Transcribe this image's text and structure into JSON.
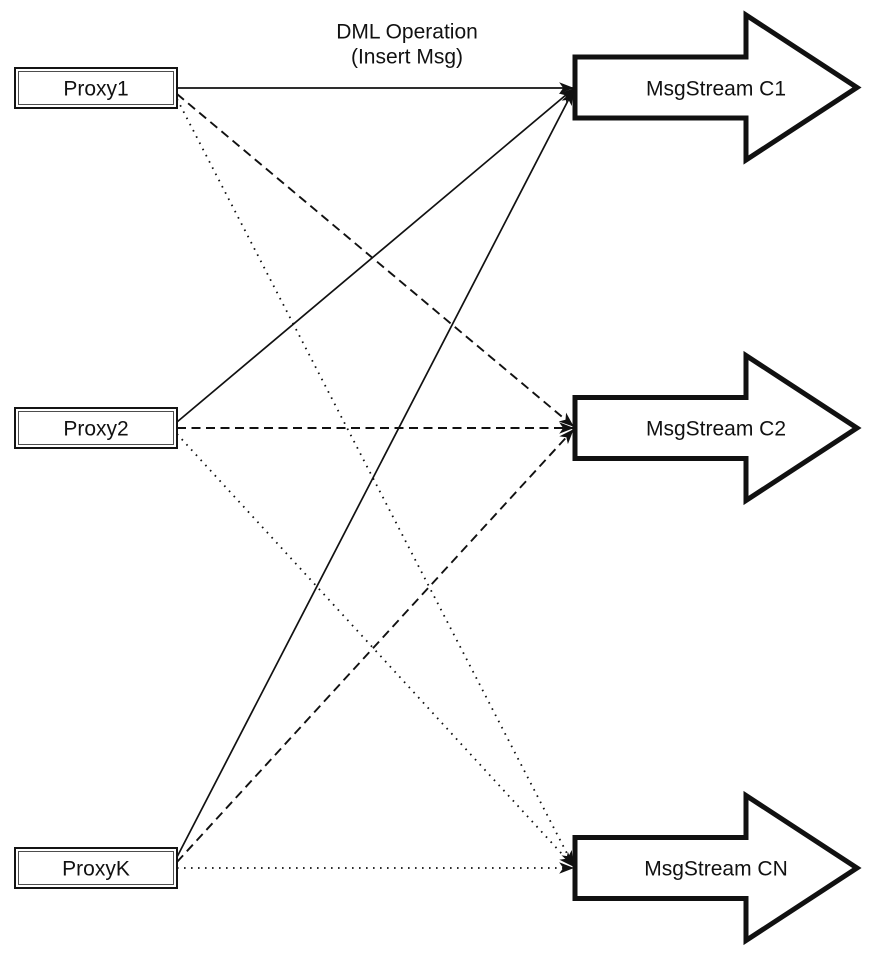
{
  "diagram": {
    "annotation": {
      "line1": "DML Operation",
      "line2": "(Insert Msg)"
    },
    "proxies": [
      {
        "label": "Proxy1"
      },
      {
        "label": "Proxy2"
      },
      {
        "label": "ProxyK"
      }
    ],
    "streams": [
      {
        "label": "MsgStream C1"
      },
      {
        "label": "MsgStream C2"
      },
      {
        "label": "MsgStream CN"
      }
    ],
    "edges": [
      {
        "from": "Proxy1",
        "to": "MsgStream C1",
        "style": "solid"
      },
      {
        "from": "Proxy1",
        "to": "MsgStream C2",
        "style": "dashed"
      },
      {
        "from": "Proxy1",
        "to": "MsgStream CN",
        "style": "dotted"
      },
      {
        "from": "Proxy2",
        "to": "MsgStream C1",
        "style": "solid"
      },
      {
        "from": "Proxy2",
        "to": "MsgStream C2",
        "style": "dashed"
      },
      {
        "from": "Proxy2",
        "to": "MsgStream CN",
        "style": "dotted"
      },
      {
        "from": "ProxyK",
        "to": "MsgStream C1",
        "style": "solid"
      },
      {
        "from": "ProxyK",
        "to": "MsgStream C2",
        "style": "dashed"
      },
      {
        "from": "ProxyK",
        "to": "MsgStream CN",
        "style": "dotted"
      }
    ],
    "colors": {
      "stroke": "#111111",
      "shape_fill": "#ffffff",
      "background": "#ffffff"
    }
  }
}
